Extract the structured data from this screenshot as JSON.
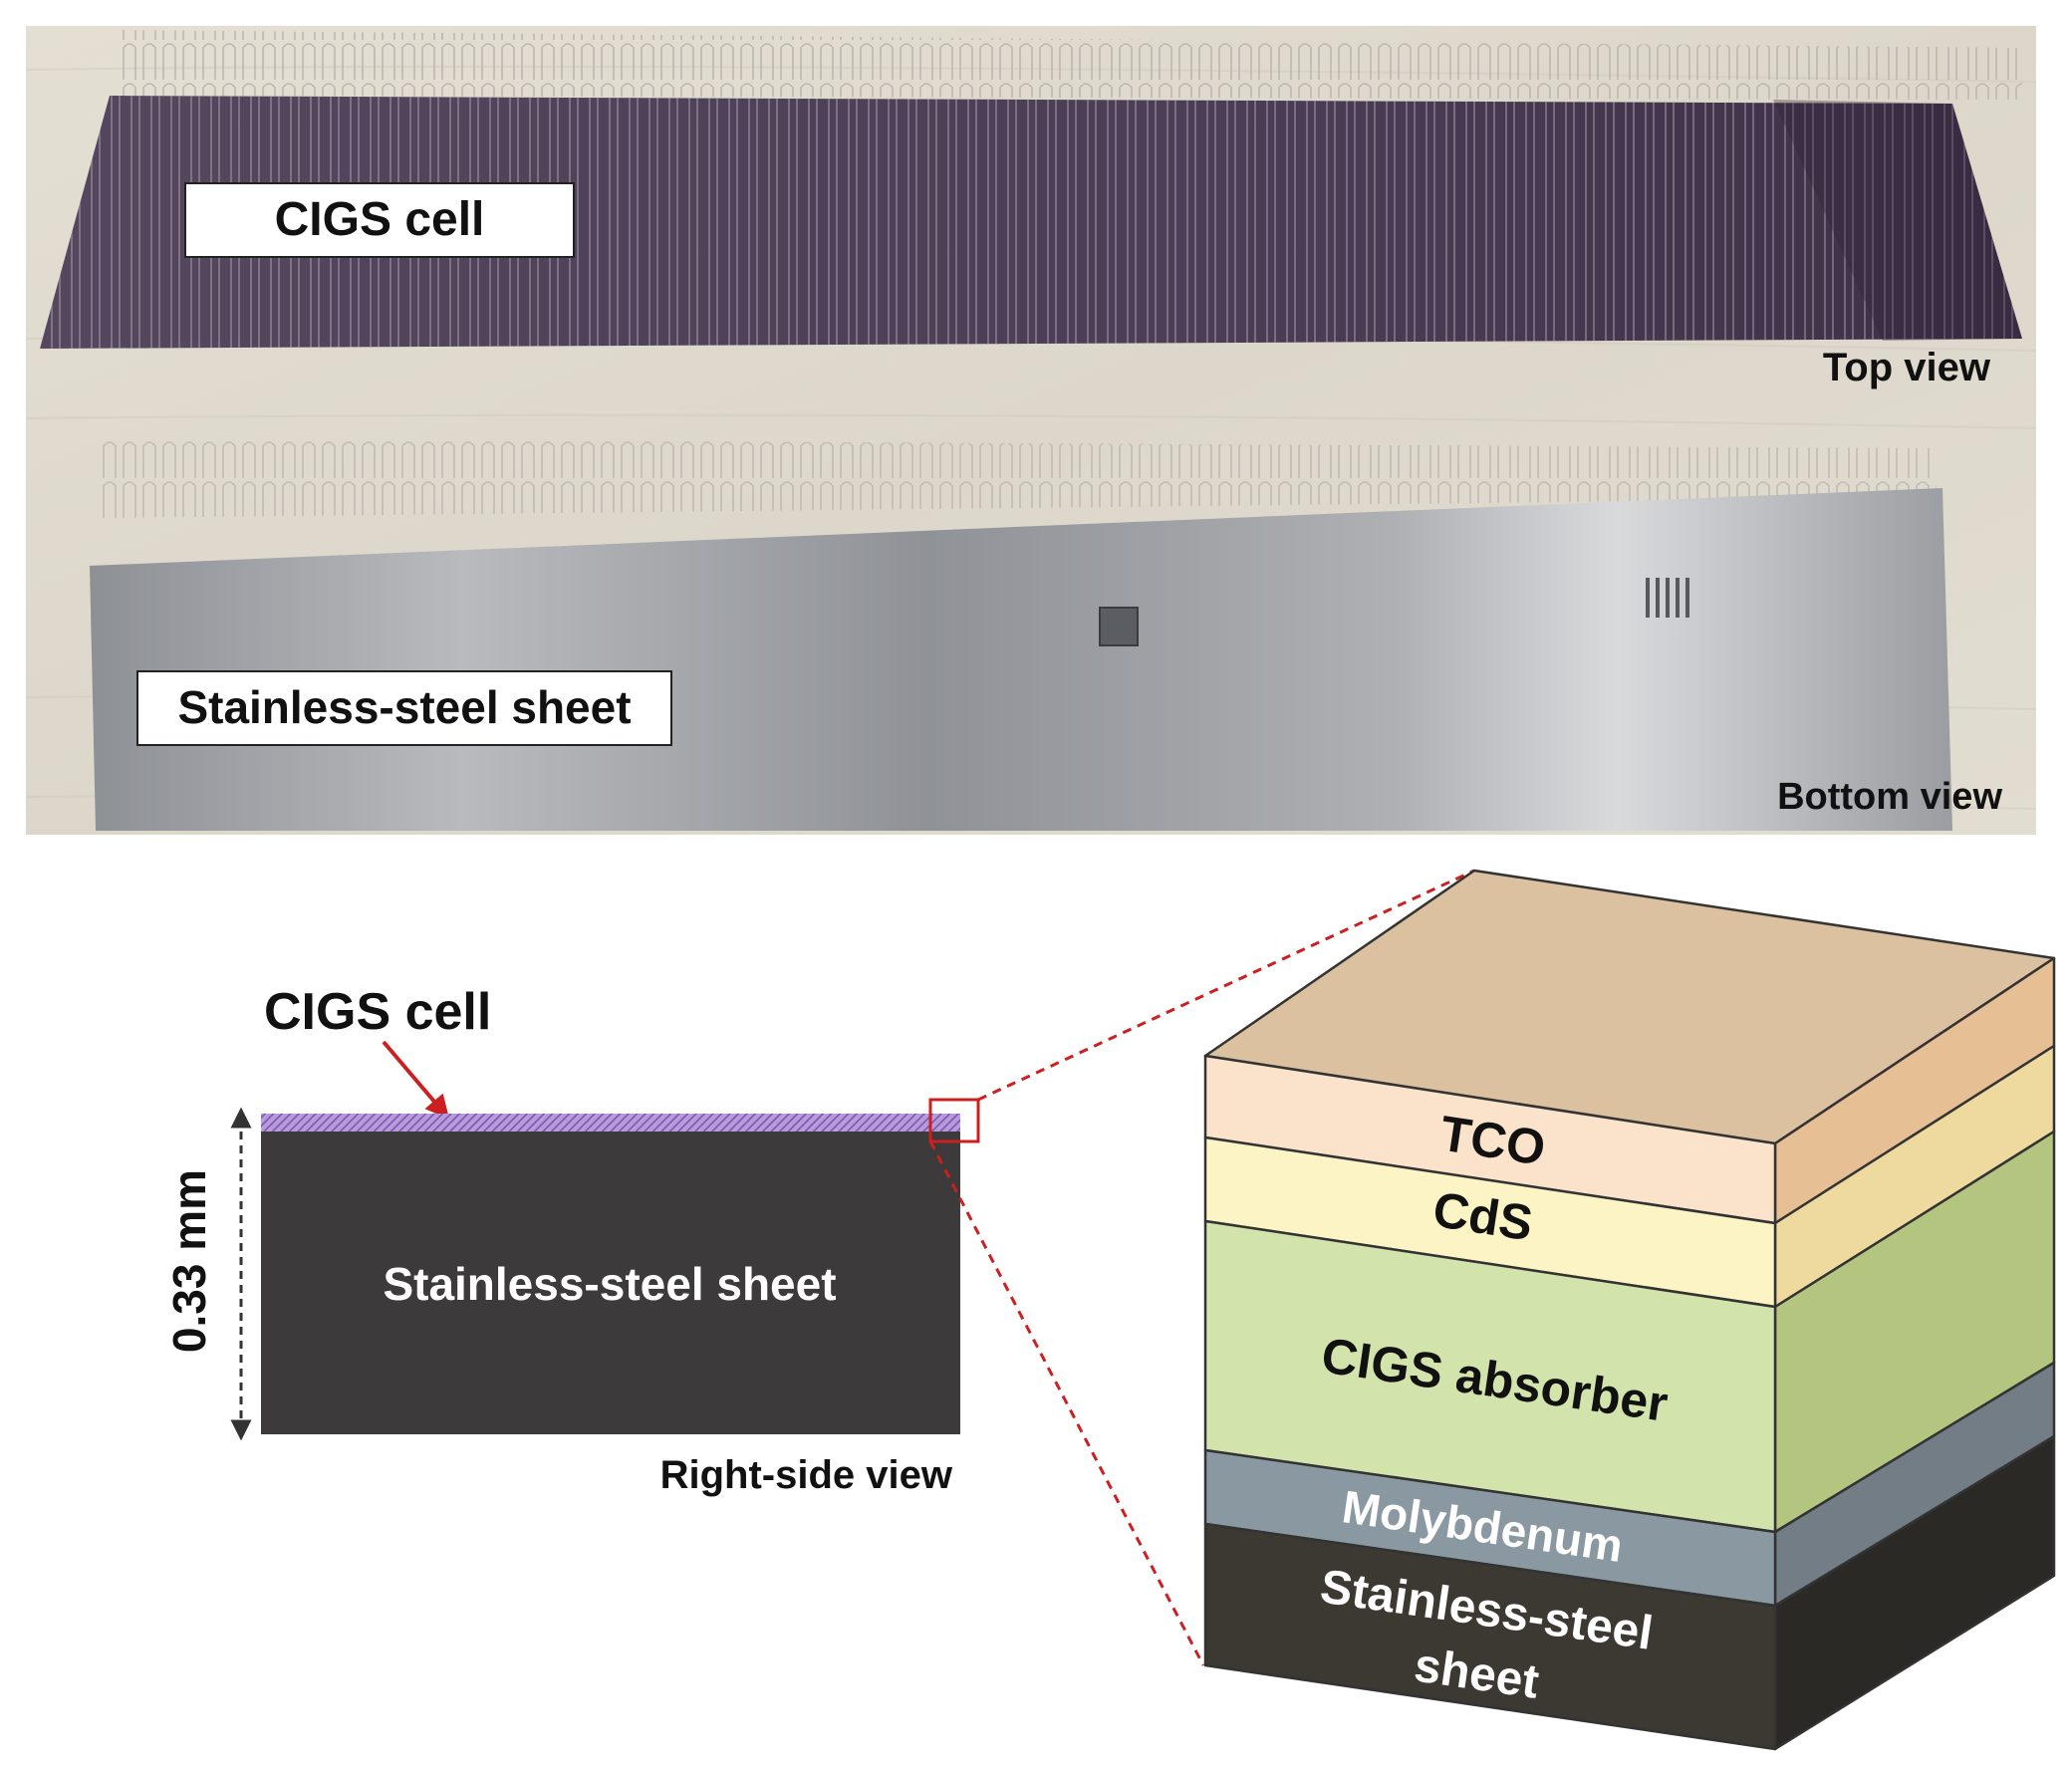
{
  "photo": {
    "top_strip_label": "CIGS cell",
    "top_view_caption": "Top view",
    "bottom_strip_label": "Stainless-steel sheet",
    "bottom_view_caption": "Bottom view"
  },
  "cross_section": {
    "cell_label": "CIGS cell",
    "sheet_label": "Stainless-steel sheet",
    "thickness_label": "0.33 mm",
    "view_caption": "Right-side view"
  },
  "layer_stack": {
    "layers": [
      {
        "name": "TCO",
        "color": "#fbe3cc"
      },
      {
        "name": "CdS",
        "color": "#fdf4c4"
      },
      {
        "name": "CIGS absorber",
        "color": "#d4e4ad"
      },
      {
        "name": "Molybdenum",
        "color": "#8a98a2"
      },
      {
        "name": "Stainless-steel sheet",
        "color": "#3b3833"
      }
    ],
    "top_color": "#dfc4a4"
  },
  "colors": {
    "cell_purple": "#4f4058",
    "steel": "#9c9fa3",
    "callout_red": "#cc1f1f",
    "wood": "#e1dccf"
  }
}
